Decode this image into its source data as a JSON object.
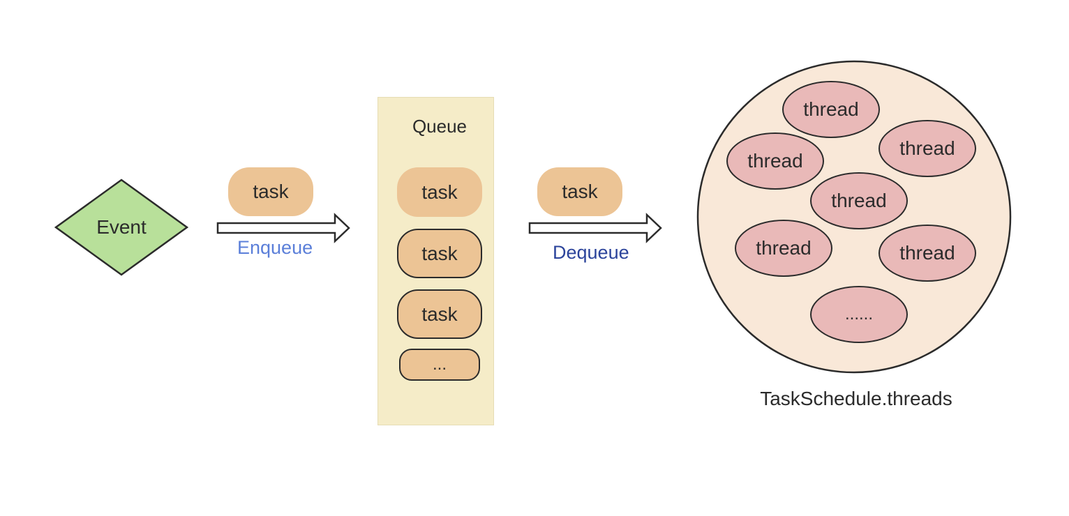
{
  "event": {
    "label": "Event"
  },
  "enqueue": {
    "task_label": "task",
    "label": "Enqueue",
    "label_color": "#5b7fd9"
  },
  "queue": {
    "title": "Queue",
    "items": [
      "task",
      "task",
      "task",
      "..."
    ]
  },
  "dequeue": {
    "task_label": "task",
    "label": "Dequeue",
    "label_color": "#2c449b"
  },
  "pool": {
    "threads": [
      "thread",
      "thread",
      "thread",
      "thread",
      "thread",
      "thread",
      "......"
    ],
    "caption": "TaskSchedule.threads"
  },
  "colors": {
    "event_fill": "#b8e09a",
    "task_fill": "#ecc495",
    "queue_fill": "#f5ecc8",
    "pool_fill": "#f9e8d8",
    "thread_fill": "#e9b9b8",
    "stroke": "#2b2b2b"
  }
}
